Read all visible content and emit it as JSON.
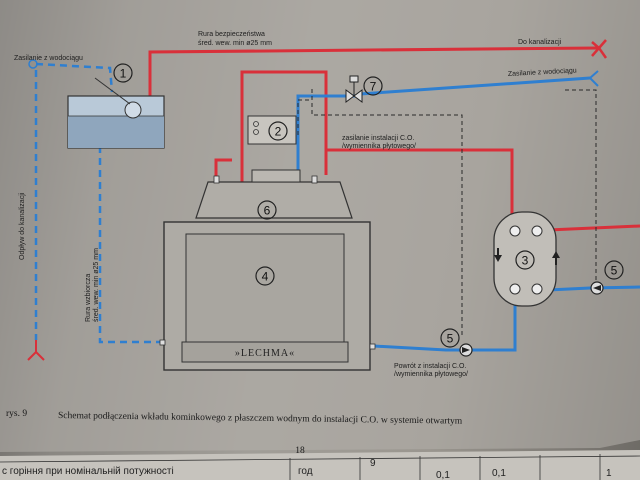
{
  "labels": {
    "rura_bezp_1": "Rura bezpieczeństwa",
    "rura_bezp_2": "śred. wew. min ø25 mm",
    "do_kanalizacji": "Do kanalizacji",
    "zasilanie_wodociag_left": "Zasilanie z wodociągu",
    "zasilanie_wodociag_right": "Zasilanie z wodociągu",
    "zasilanie_co_1": "zasilanie instalacji C.O.",
    "zasilanie_co_2": "/wymiennika płytowego/",
    "powrot_co_1": "Powrót z instalacji C.O.",
    "powrot_co_2": "/wymiennika płytowego/",
    "odplyw": "Odpływ do kanalizacji",
    "rura_wzbiorcza_1": "Rura wzbiorcza",
    "rura_wzbiorcza_2": "śred. wew. min ø25 mm",
    "brand": "»LECHMA«"
  },
  "numbers": {
    "n1": "1",
    "n2": "2",
    "n3": "3",
    "n4": "4",
    "n5a": "5",
    "n5b": "5",
    "n6": "6",
    "n7": "7"
  },
  "caption": {
    "prefix": "rys. 9",
    "text": "Schemat podłączenia wkładu kominkowego z płaszczem wodnym do instalacji C.O. w systemie otwartym"
  },
  "page_number": "18",
  "bottom_table": {
    "left_text": "с горіння при номінальній потужності",
    "unit": "год",
    "cells": [
      "9",
      "0,1",
      "0,1",
      "1"
    ]
  },
  "colors": {
    "supply": "#d9303a",
    "return": "#2f7fd0",
    "dashed": "#2a2a2a",
    "line": "#333333"
  }
}
